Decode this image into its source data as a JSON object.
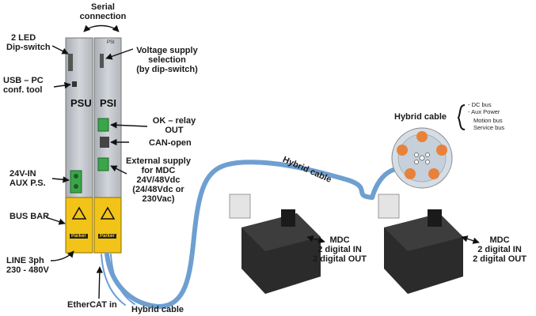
{
  "modules": {
    "psu_label": "PSU",
    "psi_label": "PSI",
    "psi_tag": "PSI",
    "logo": "Parker"
  },
  "labels": {
    "serial": [
      "Serial",
      "connection"
    ],
    "led": [
      "2 LED",
      "Dip-switch"
    ],
    "usb": [
      "USB – PC",
      "conf. tool"
    ],
    "aux": [
      "24V-IN",
      "AUX P.S."
    ],
    "busbar": "BUS BAR",
    "line": [
      "LINE 3ph",
      "230 - 480V"
    ],
    "ethercat": "EtherCAT in",
    "hybrid_bottom": "Hybrid cable",
    "voltage": [
      "Voltage supply",
      "selection",
      "(by dip-switch)"
    ],
    "okrelay": [
      "OK – relay",
      "OUT"
    ],
    "canopen": "CAN-open",
    "external": [
      "External supply",
      "for MDC",
      "24V/48Vdc",
      "(24/48Vdc or",
      "230Vac)"
    ],
    "hybrid_mid": "Hybrid cable",
    "hybrid_title": "Hybrid cable",
    "legend": [
      "- DC bus",
      "- Aux Power",
      "Motion bus",
      "Service bus"
    ],
    "mdc1": [
      "MDC",
      "2 digital IN",
      "2 digital OUT"
    ],
    "mdc2": [
      "MDC",
      "2 digital IN",
      "2 digital OUT"
    ]
  },
  "colors": {
    "cable": "#6f9fd1",
    "module_grey": "#c4c8ce",
    "module_yellow": "#f2c318",
    "terminal_green": "#3aa64a",
    "motor": "#2b2b2b",
    "connector_orange": "#e8823a"
  },
  "icons": [
    "warning-icon",
    "arrow-icon",
    "brace-icon"
  ]
}
